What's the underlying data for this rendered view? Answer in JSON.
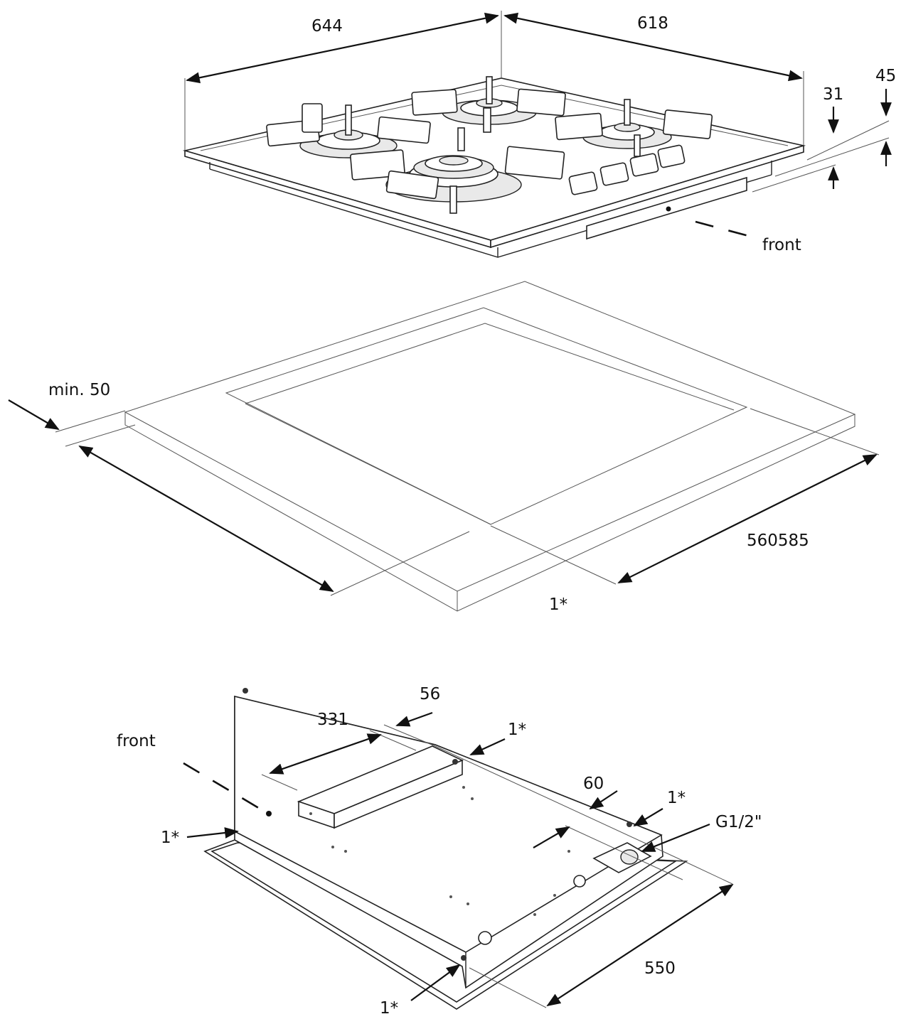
{
  "top_view": {
    "dim_width": "644",
    "dim_depth": "618",
    "dim_height_a": "31",
    "dim_height_b": "45",
    "front_label": "front"
  },
  "cutout_view": {
    "dim_min_distance": "min. 50",
    "dim_cutout_range": "560585",
    "note_marker": "1*"
  },
  "bottom_view": {
    "front_label": "front",
    "dim_331": "331",
    "dim_56": "56",
    "dim_60": "60",
    "dim_550": "550",
    "gas_connection": "G1/2\"",
    "marker_a": "1*",
    "marker_b": "1*",
    "marker_c": "1*",
    "marker_d": "1*"
  }
}
